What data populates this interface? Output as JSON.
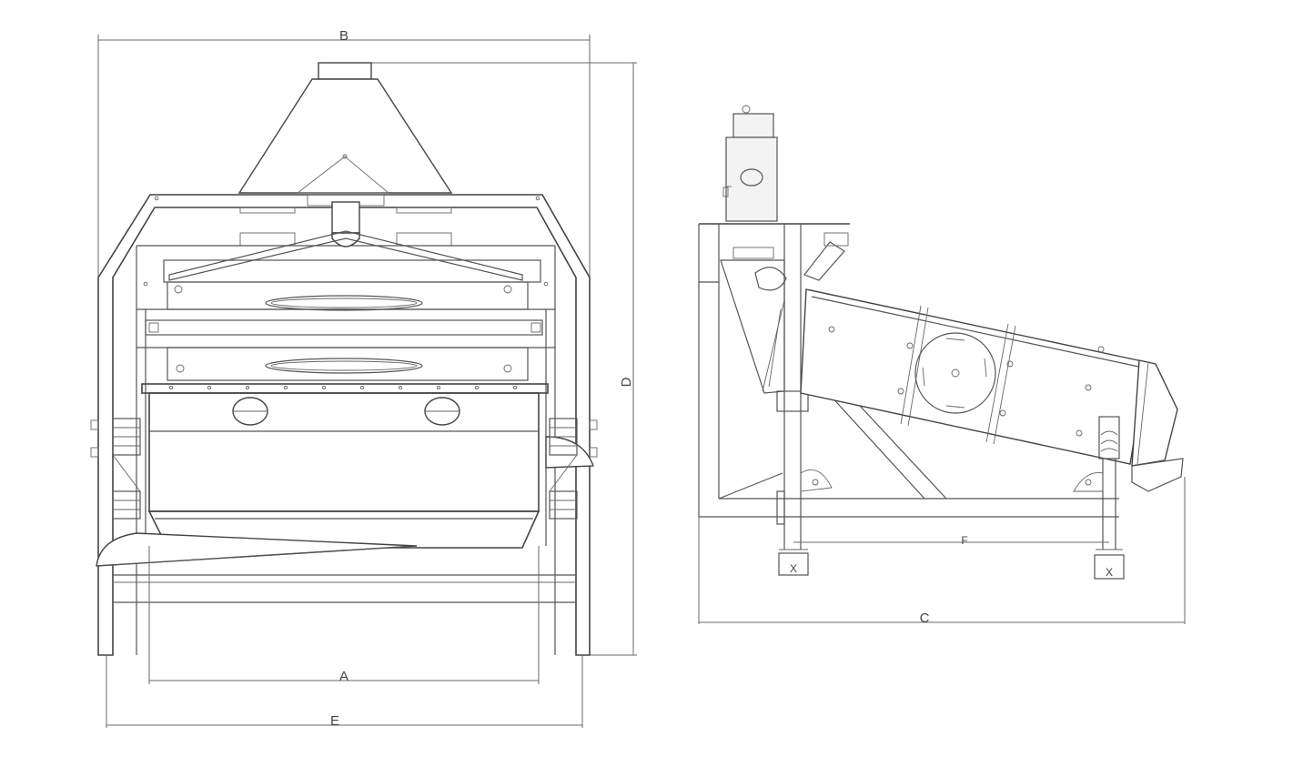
{
  "front_view": {
    "dim_labels": {
      "a": "A",
      "b": "B",
      "d": "D",
      "e": "E"
    }
  },
  "side_view": {
    "dim_labels": {
      "c": "C",
      "f": "F",
      "x_left": "X",
      "x_right": "X"
    }
  },
  "colors": {
    "line": "#555555",
    "background": "#ffffff"
  }
}
